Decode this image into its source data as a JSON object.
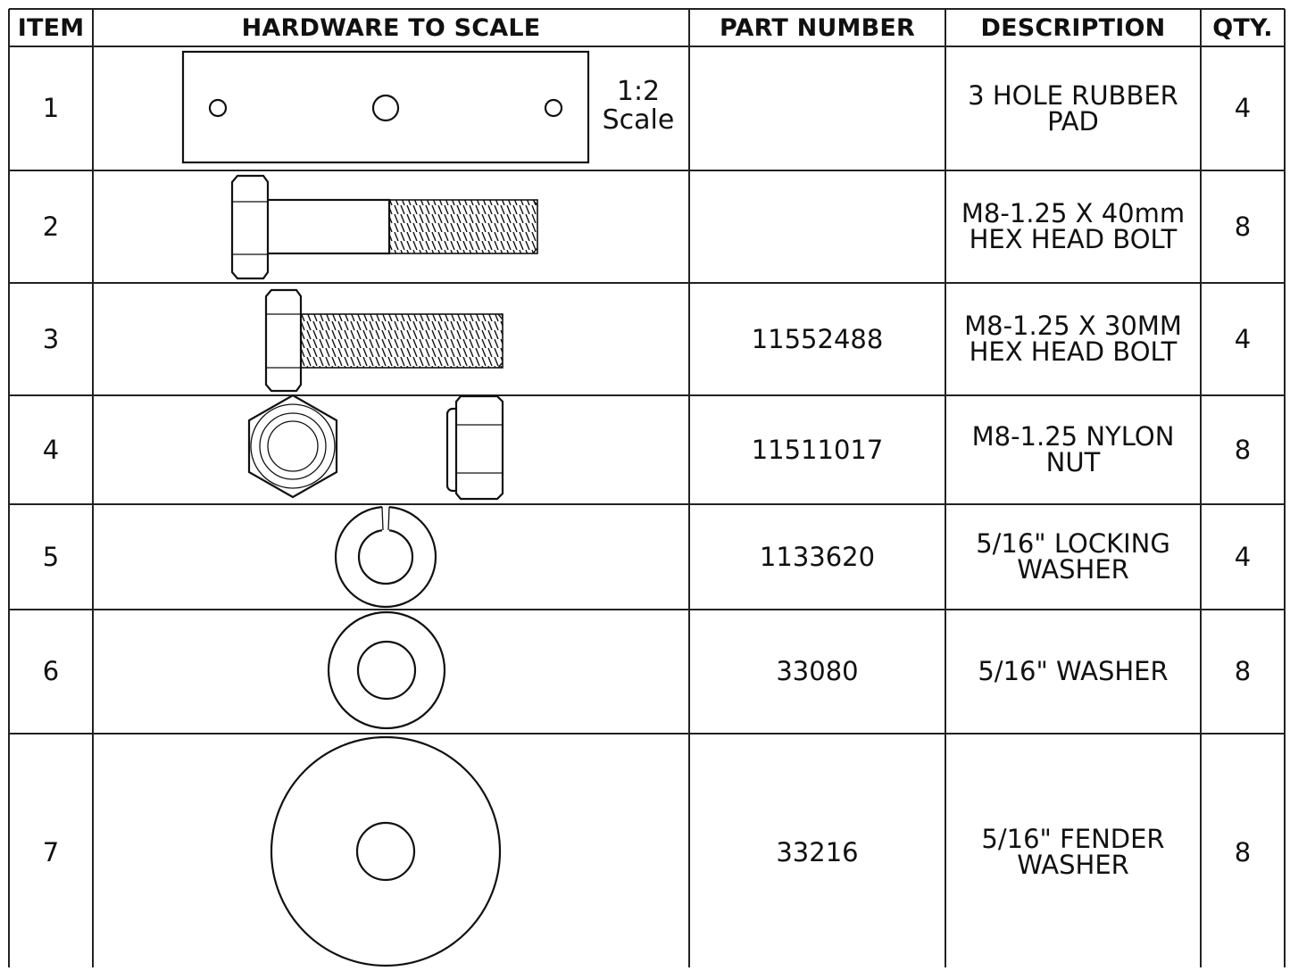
{
  "headers": {
    "item": "ITEM",
    "hardware": "HARDWARE TO SCALE",
    "part_number": "PART NUMBER",
    "description": "DESCRIPTION",
    "qty": "QTY."
  },
  "scale_note": "1:2\nScale",
  "rows": [
    {
      "item": "1",
      "part_number": "",
      "description": "3 HOLE RUBBER\nPAD",
      "qty": "4",
      "drawing": "rubber-pad-drawing"
    },
    {
      "item": "2",
      "part_number": "",
      "description": "M8-1.25 X 40mm\nHEX HEAD BOLT",
      "qty": "8",
      "drawing": "hex-bolt-40mm-drawing"
    },
    {
      "item": "3",
      "part_number": "11552488",
      "description": "M8-1.25 X 30MM\nHEX HEAD BOLT",
      "qty": "4",
      "drawing": "hex-bolt-30mm-drawing"
    },
    {
      "item": "4",
      "part_number": "11511017",
      "description": "M8-1.25 NYLON\nNUT",
      "qty": "8",
      "drawing": "nylon-nut-drawing"
    },
    {
      "item": "5",
      "part_number": "1133620",
      "description": "5/16\" LOCKING\nWASHER",
      "qty": "4",
      "drawing": "lock-washer-drawing"
    },
    {
      "item": "6",
      "part_number": "33080",
      "description": "5/16\" WASHER",
      "qty": "8",
      "drawing": "flat-washer-drawing"
    },
    {
      "item": "7",
      "part_number": "33216",
      "description": "5/16\" FENDER\nWASHER",
      "qty": "8",
      "drawing": "fender-washer-drawing"
    }
  ]
}
